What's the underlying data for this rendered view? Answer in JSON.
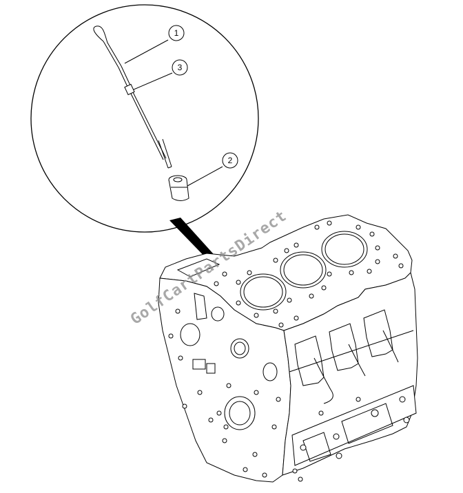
{
  "callouts": [
    {
      "id": "1",
      "label": "1"
    },
    {
      "id": "3",
      "label": "3"
    },
    {
      "id": "2",
      "label": "2"
    }
  ],
  "watermark": "GolfCartPartsDirect"
}
